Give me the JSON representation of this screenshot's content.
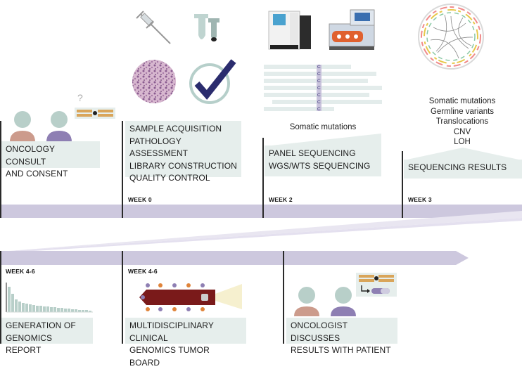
{
  "timeline_top": {
    "steps": [
      {
        "label_lines": [
          "ONCOLOGY CONSULT",
          "AND CONSENT"
        ]
      },
      {
        "week": "WEEK 0",
        "label_lines": [
          "SAMPLE ACQUISITION",
          "PATHOLOGY ASSESSMENT",
          "LIBRARY CONSTRUCTION",
          "QUALITY CONTROL"
        ]
      },
      {
        "week": "WEEK 2",
        "label_lines": [
          "PANEL SEQUENCING",
          "WGS/WTS SEQUENCING"
        ],
        "note": "Somatic mutations"
      },
      {
        "week": "WEEK 3",
        "label_lines": [
          "SEQUENCING RESULTS"
        ],
        "result_lines": [
          "Somatic mutations",
          "Germline variants",
          "Translocations",
          "CNV",
          "LOH"
        ]
      }
    ]
  },
  "timeline_bottom": {
    "steps": [
      {
        "week": "WEEK 4-6",
        "label_lines": [
          "GENERATION OF",
          "GENOMICS REPORT"
        ]
      },
      {
        "week": "WEEK 4-6",
        "label_lines": [
          "MULTIDISCIPLINARY CLINICAL",
          "GENOMICS TUMOR BOARD"
        ]
      },
      {
        "label_lines": [
          "ONCOLOGIST DISCUSSES",
          "RESULTS WITH PATIENT"
        ]
      }
    ]
  },
  "icons": {
    "question_mark": "?",
    "read_letter": "C"
  },
  "colors": {
    "timeline_band": "#cdc8de",
    "label_box": "#e6eeec",
    "person_head": "#b8cfc9",
    "person_body_a": "#cc9b8c",
    "person_body_b": "#8e7fb3",
    "checkmark": "#2b2c6e",
    "table_red": "#7a1a1a"
  }
}
